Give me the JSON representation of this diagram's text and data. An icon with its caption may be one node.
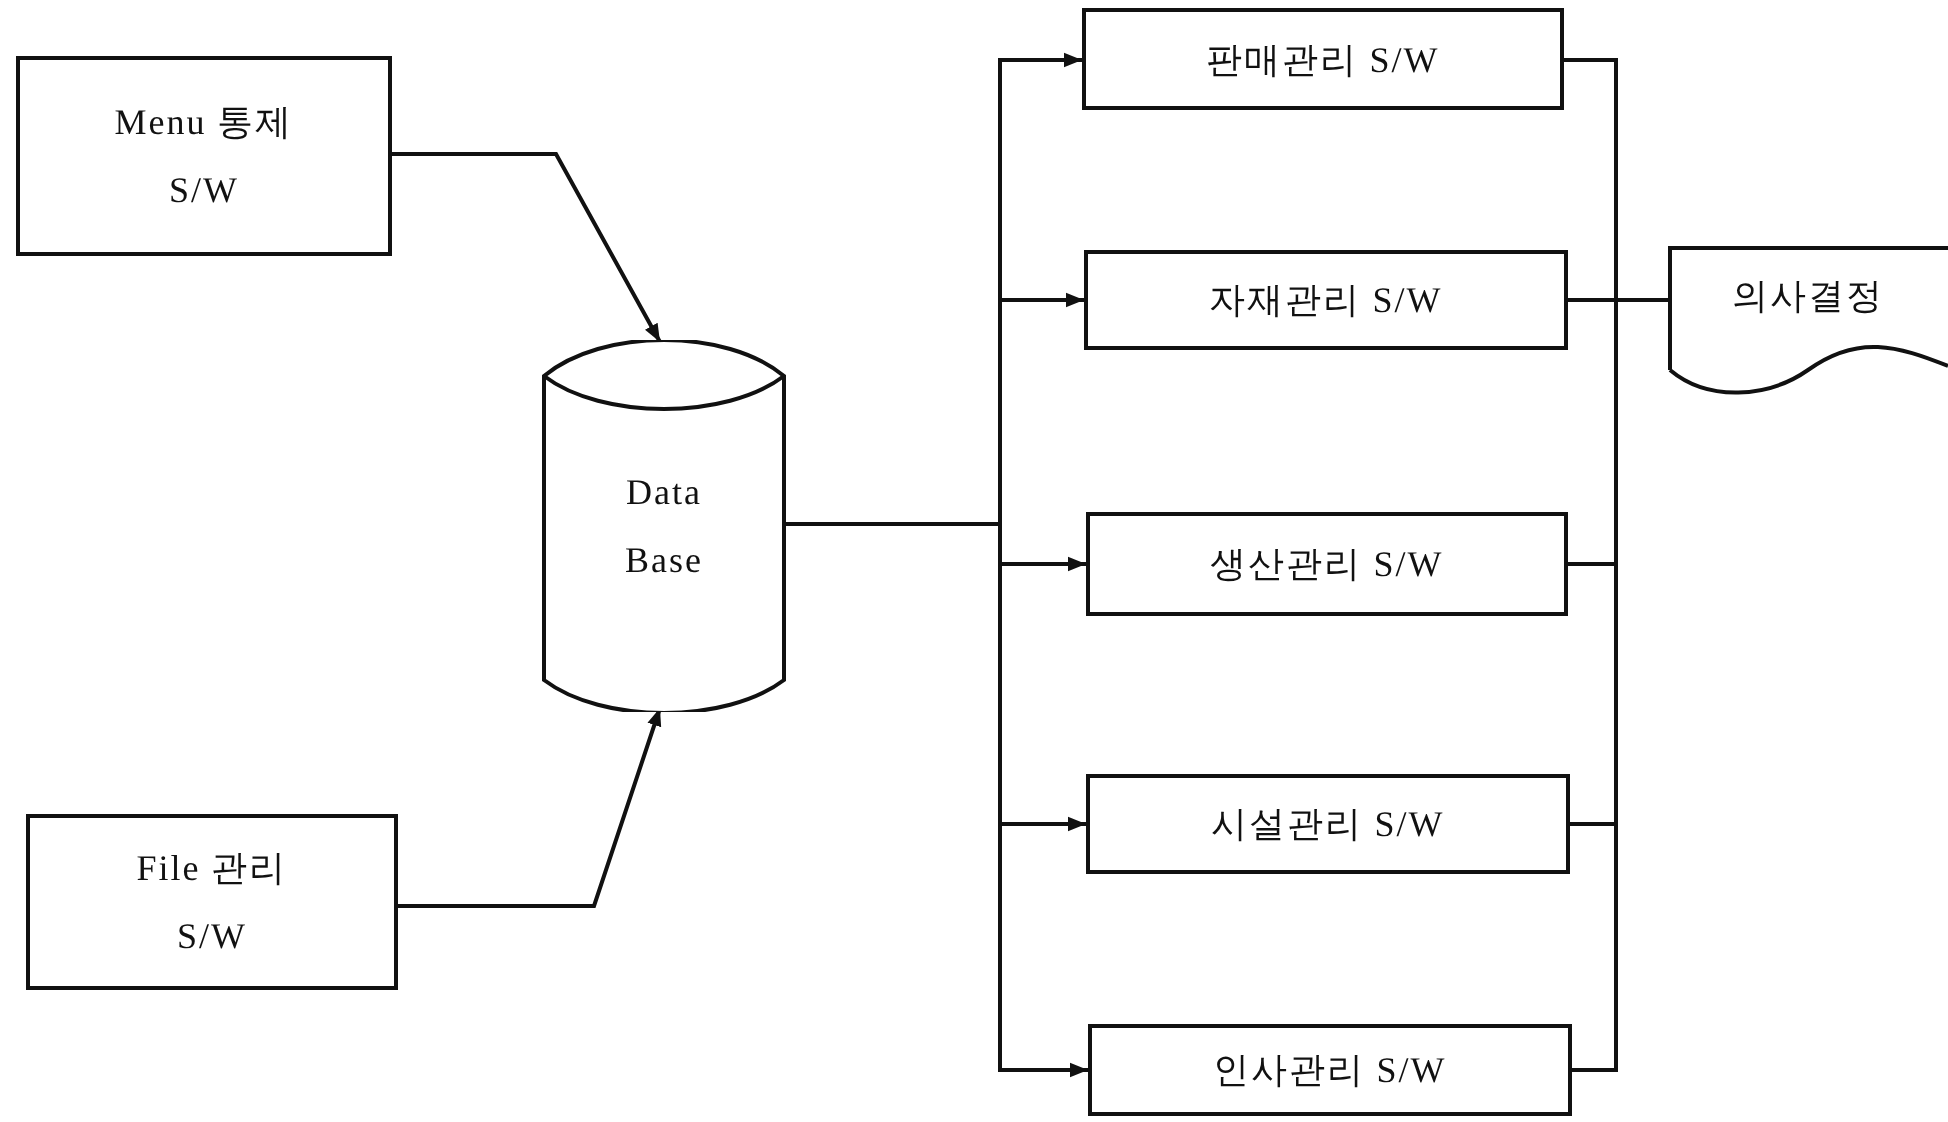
{
  "diagram": {
    "nodes": [
      {
        "text": [
          "Menu 통제 S/W"
        ]
      },
      {
        "text": [
          "File 관리 S/W"
        ]
      },
      {
        "text": [
          "Data Base"
        ]
      },
      {
        "text": [
          "판매관리 S/W"
        ]
      },
      {
        "text": [
          "자재관리 S/W"
        ]
      },
      {
        "text": [
          "생산관리 S/W"
        ]
      },
      {
        "text": [
          "시설관리 S/W"
        ]
      },
      {
        "text": [
          "인사관리 S/W"
        ]
      },
      {
        "text": [
          "의사결정"
        ]
      }
    ],
    "edges": [
      {
        "from": 0,
        "to": 2,
        "arrow": "to"
      },
      {
        "from": 1,
        "to": 2,
        "arrow": "to"
      },
      {
        "from": 2,
        "to": 3,
        "arrow": "to"
      },
      {
        "from": 2,
        "to": 4,
        "arrow": "to"
      },
      {
        "from": 2,
        "to": 5,
        "arrow": "to"
      },
      {
        "from": 2,
        "to": 6,
        "arrow": "to"
      },
      {
        "from": 2,
        "to": 7,
        "arrow": "to"
      },
      {
        "from": 3,
        "to": 8,
        "arrow": "none"
      },
      {
        "from": 4,
        "to": 8,
        "arrow": "none"
      },
      {
        "from": 5,
        "to": 8,
        "arrow": "none"
      },
      {
        "from": 6,
        "to": 8,
        "arrow": "none"
      },
      {
        "from": 7,
        "to": 8,
        "arrow": "none"
      }
    ]
  }
}
